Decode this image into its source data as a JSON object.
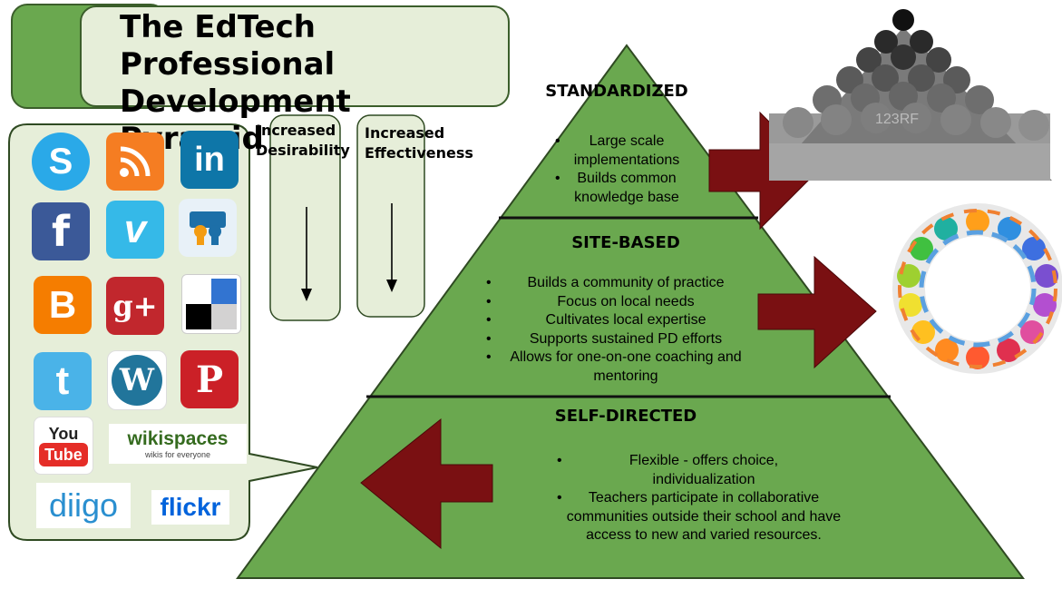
{
  "title": "The EdTech Professional Development Pyramid",
  "title_lines": [
    "The EdTech Professional",
    "Development Pyramid"
  ],
  "labels": {
    "desirability": [
      "Increased",
      "Desirability"
    ],
    "effectiveness": [
      "Increased",
      "Effectiveness"
    ]
  },
  "tiers": [
    {
      "title": "STANDARDIZED",
      "bullets": [
        "Large scale implementations",
        "Builds common knowledge base"
      ]
    },
    {
      "title": "SITE-BASED",
      "bullets": [
        "Builds a community of practice",
        "Focus on local needs",
        "Cultivates local expertise",
        "Supports sustained PD efforts",
        "Allows for one-on-one coaching and mentoring"
      ]
    },
    {
      "title": "SELF-DIRECTED",
      "bullets": [
        "Flexible - offers choice, individualization",
        "Teachers participate in collaborative communities outside their school and have access to new and varied resources."
      ]
    }
  ],
  "icons": [
    {
      "name": "skype-icon",
      "text": "S"
    },
    {
      "name": "rss-icon",
      "text": ""
    },
    {
      "name": "linkedin-icon",
      "text": "in"
    },
    {
      "name": "facebook-icon",
      "text": "f"
    },
    {
      "name": "vimeo-icon",
      "text": "v"
    },
    {
      "name": "slideshare-icon",
      "text": ""
    },
    {
      "name": "blogger-icon",
      "text": "B"
    },
    {
      "name": "google-plus-icon",
      "text": "g+"
    },
    {
      "name": "delicious-icon",
      "text": ""
    },
    {
      "name": "twitter-icon",
      "text": "t"
    },
    {
      "name": "wordpress-icon",
      "text": "W"
    },
    {
      "name": "pinterest-icon",
      "text": "P"
    },
    {
      "name": "youtube-icon",
      "text": "You Tube"
    },
    {
      "name": "wikispaces-logo",
      "text": "wikispaces",
      "subtext": "wikis for everyone"
    },
    {
      "name": "diigo-logo",
      "text": "diigo"
    },
    {
      "name": "flickr-logo",
      "text": "flickr"
    }
  ],
  "colors": {
    "pyramid_green": "#6aa84f",
    "panel_fill": "#e6eed9",
    "arrow_red": "#7a1012",
    "outline": "#2f4a22"
  }
}
